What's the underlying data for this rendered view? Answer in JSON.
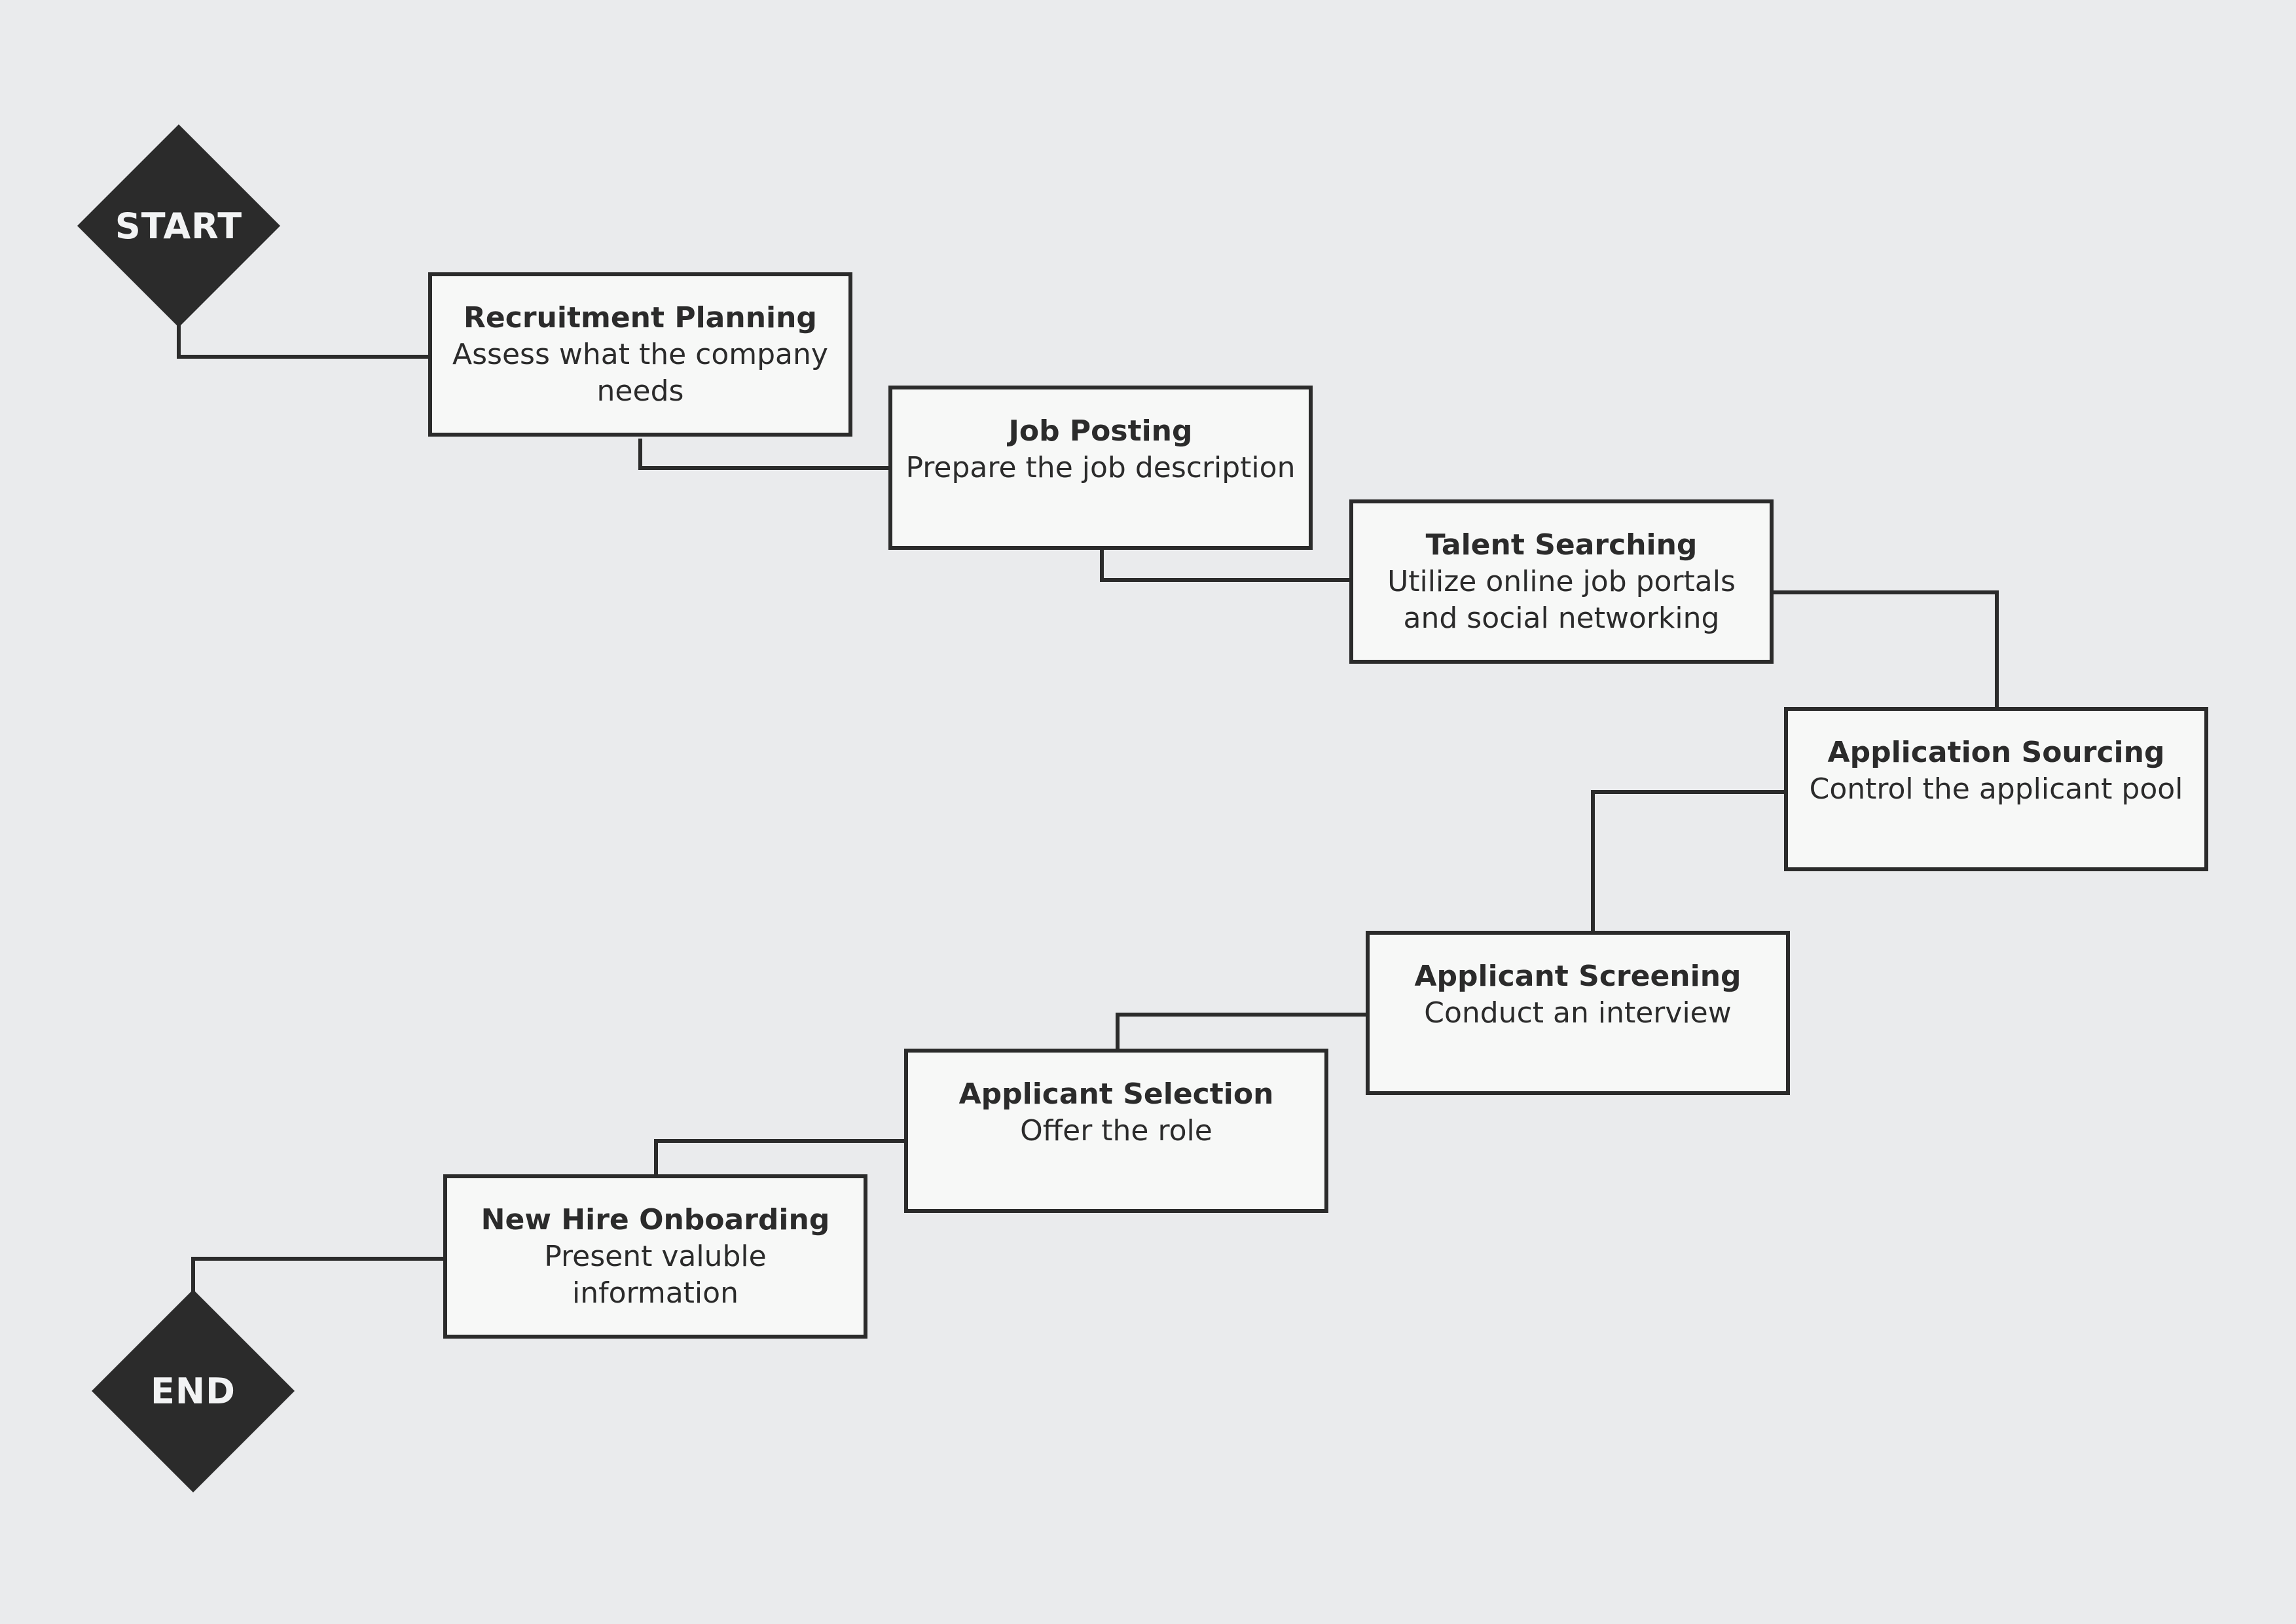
{
  "diagram": {
    "start_label": "START",
    "end_label": "END",
    "steps": [
      {
        "title": "Recruitment Planning",
        "description": "Assess what the company needs"
      },
      {
        "title": "Job Posting",
        "description": "Prepare the job description"
      },
      {
        "title": "Talent Searching",
        "description": "Utilize online job portals and social networking"
      },
      {
        "title": "Application Sourcing",
        "description": "Control the applicant pool"
      },
      {
        "title": "Applicant Screening",
        "description": "Conduct an interview"
      },
      {
        "title": "Applicant Selection",
        "description": "Offer the role"
      },
      {
        "title": "New Hire Onboarding",
        "description": "Present valuble information"
      }
    ]
  },
  "colors": {
    "background": "#EAEBED",
    "node_fill": "#F7F8F7",
    "stroke": "#2B2B2B",
    "terminal_text": "#F2F3F4"
  }
}
